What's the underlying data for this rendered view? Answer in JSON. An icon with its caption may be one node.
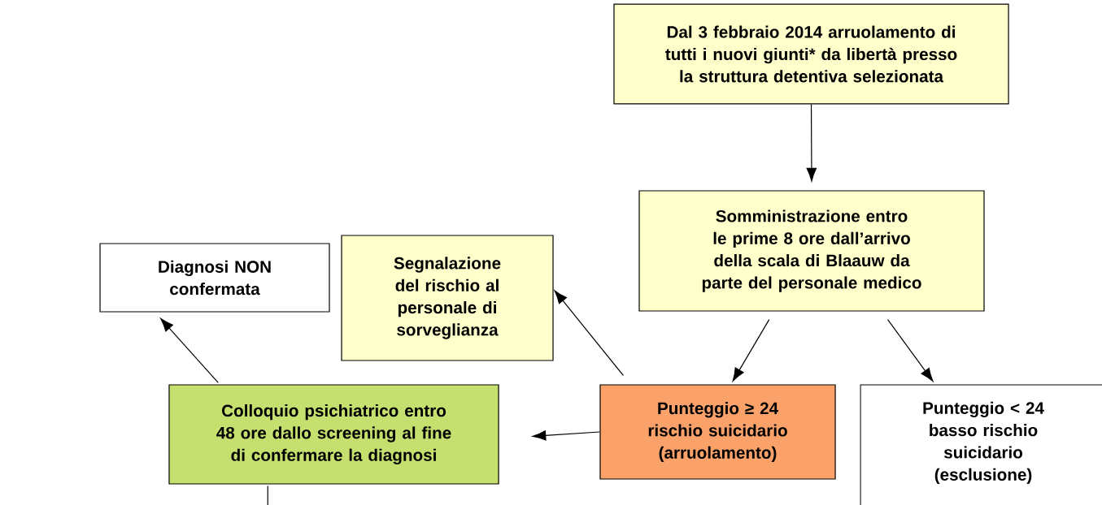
{
  "diagram": {
    "nodes": [
      {
        "text": [
          "Dal 3 febbraio 2014 arruolamento di tutti i nuovi giunti* da libertà presso la struttura detentiva selezionata"
        ]
      },
      {
        "text": [
          "Somministrazione entro le prime 8 ore dall’arrivo della scala  di Blaauw da parte del personale medico"
        ]
      },
      {
        "text": [
          "Diagnosi NON confermata"
        ]
      },
      {
        "text": [
          "Segnalazione del rischio al personale di sorveglianza"
        ]
      },
      {
        "text": [
          "Punteggio ≥ 24 rischio suicidario (arruolamento)"
        ]
      },
      {
        "text": [
          "Punteggio < 24 basso rischio suicidario (esclusione)"
        ]
      },
      {
        "text": [
          "Colloquio psichiatrico entro 48 ore dallo screening al fine di confermare la diagnosi"
        ]
      }
    ],
    "edges": [
      {
        "from": 0,
        "to": 1,
        "arrow": "to"
      },
      {
        "from": 1,
        "to": 4,
        "arrow": "to"
      },
      {
        "from": 1,
        "to": 5,
        "arrow": "to"
      },
      {
        "from": 4,
        "to": 3,
        "arrow": "to"
      },
      {
        "from": 4,
        "to": 6,
        "arrow": "to"
      },
      {
        "from": 6,
        "to": 2,
        "arrow": "to"
      },
      {
        "from": 6,
        "to": null,
        "arrow": "none"
      }
    ]
  }
}
